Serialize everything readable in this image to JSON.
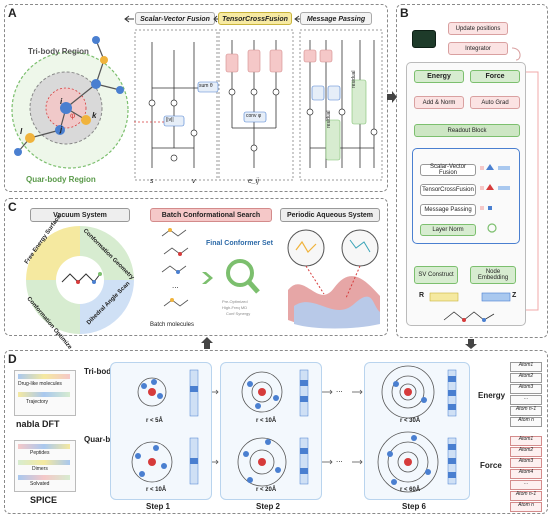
{
  "panels": {
    "a": {
      "letter": "A"
    },
    "b": {
      "letter": "B"
    },
    "c": {
      "letter": "C"
    },
    "d": {
      "letter": "D"
    }
  },
  "panel_a": {
    "modules": [
      "Scalar-Vector Fusion",
      "TensorCrossFusion",
      "Message Passing"
    ],
    "regions": {
      "tri": "Tri-body Region",
      "quar": "Quar-body Region"
    },
    "atoms": {
      "i": "i",
      "j": "j",
      "k": "k",
      "l": "l",
      "phi": "φ"
    },
    "ops": {
      "sum": "sum θ",
      "bv": "||v||",
      "conv": "conv φ"
    },
    "bottom_labels": {
      "s": "s",
      "v": "v",
      "e": "e_ij"
    },
    "residual1": "residual",
    "residual2": "residual"
  },
  "panel_b": {
    "update_positions": "Update positions",
    "integrator": "Integrator",
    "energy": "Energy",
    "force": "Force",
    "add_norm": "Add & Norm",
    "auto_grad": "Auto Grad",
    "readout": "Readout Block",
    "svf": "Scalar-Vector Fusion",
    "tcf": "TensorCrossFusion",
    "mp": "Message Passing",
    "layer_norm": "Layer Norm",
    "sv_construct": "SV Construct",
    "node_embedding": "Node Embedding",
    "r": "R",
    "z": "Z"
  },
  "panel_c": {
    "vacuum": "Vacuum System",
    "batch": "Batch Conformational Search",
    "periodic": "Periodic Aqueous System",
    "quadrants": [
      "Free Energy Surface",
      "Conformation Geometry",
      "Conformation Optimize",
      "Dihedral Angle Scan"
    ],
    "final_set": "Final Conformer Set",
    "batch_molecules": "Batch molecules",
    "filter_notes": [
      "Pre-Optimized",
      "High-Freq MD",
      "Conf Synergy"
    ]
  },
  "panel_d": {
    "datasets": [
      {
        "name": "nabla DFT",
        "items": [
          "Drug-like molecules",
          "Trajectory"
        ]
      },
      {
        "name": "SPICE",
        "items": [
          "Peptides",
          "Dimers",
          "Solvated"
        ]
      }
    ],
    "tri": "Tri-body",
    "quar": "Quar-body",
    "steps": [
      "Step 1",
      "Step 2",
      "Step 6"
    ],
    "tri_cutoffs": [
      "r < 5Å",
      "r < 10Å",
      "r < 30Å"
    ],
    "quar_cutoffs": [
      "r < 10Å",
      "r < 20Å",
      "r < 60Å"
    ],
    "energy": "Energy",
    "force": "Force",
    "energy_atoms": [
      "Atom1",
      "Atom2",
      "Atom3",
      "...",
      "Atom n-1",
      "Atom n"
    ],
    "force_atoms": [
      "Atom1",
      "Atom2",
      "Atom3",
      "Atom4",
      "...",
      "Atom n-1",
      "Atom n"
    ],
    "dots": "...",
    "arrows": "→"
  },
  "colors": {
    "green": "#7cbf6e",
    "pink": "#f5c8c8",
    "blue": "#4a7fd0",
    "yellow": "#f5e9a0",
    "red": "#d63b3b"
  }
}
